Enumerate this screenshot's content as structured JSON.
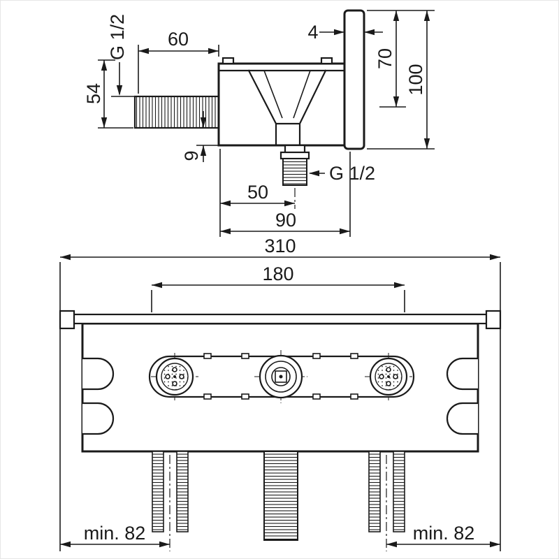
{
  "drawing": {
    "kind": "installation dimension drawing",
    "colors": {
      "line": "#1a1a1a",
      "background": "#ffffff"
    },
    "side_view": {
      "dims": {
        "g12_supply": "G 1/2",
        "d60": "60",
        "d54": "54",
        "d9": "9",
        "d4": "4",
        "d70": "70",
        "d100": "100",
        "g12_outlet": "G 1/2",
        "d50": "50",
        "d90": "90"
      }
    },
    "front_view": {
      "dims": {
        "d310": "310",
        "d180": "180",
        "min82_left": "min. 82",
        "min82_right": "min. 82"
      }
    }
  }
}
